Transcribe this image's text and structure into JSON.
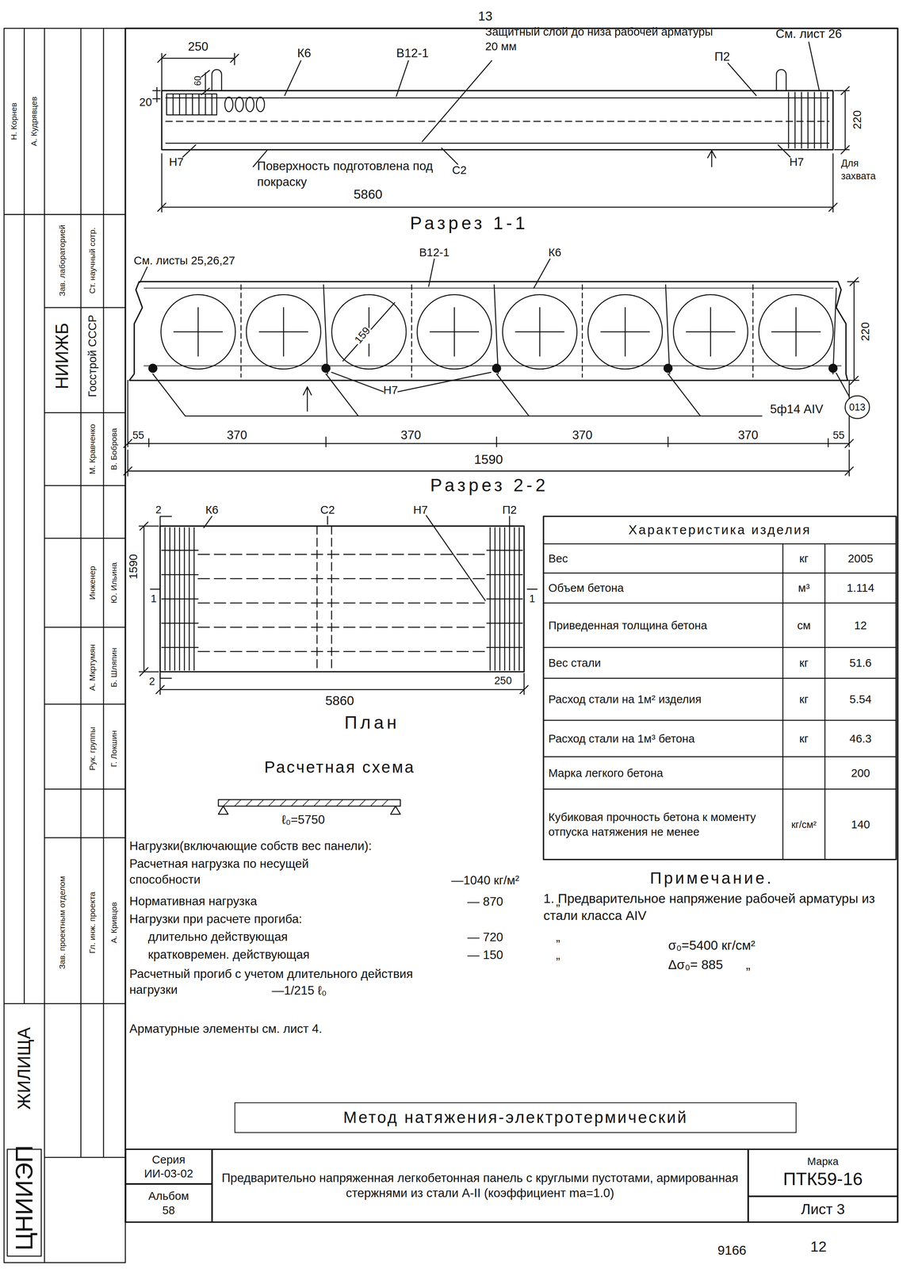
{
  "diagram": {
    "nodes": [
      {
        "text": [
          "013"
        ]
      },
      {
        "text": [
          "Метод натяжения-электротермический"
        ]
      },
      {
        "text": [
          "Серия",
          "ИИ-03-02"
        ]
      },
      {
        "text": [
          "Предварительно напряженная легкобетонная панель с круглыми пустотами, армированная стержнями из стали А-II (коэффициент mа=1.0)"
        ]
      },
      {
        "text": [
          "Марка",
          "ПТК59-16"
        ]
      },
      {
        "text": [
          "Альбом",
          "58"
        ]
      },
      {
        "text": [
          "Лист 3"
        ]
      }
    ],
    "labels": [
      "13",
      "250",
      "К6",
      "В12-1",
      "Защитный слой до низа рабочей арматуры 20 мм",
      "П2",
      "См. лист 26",
      "60",
      "20",
      "220",
      "Н7",
      "Н7",
      "Поверхность подготовлена под покраску",
      "С2",
      "Для захвата",
      "5860",
      "Разрез 1-1",
      "См. листы 25,26,27",
      "В12-1",
      "К6",
      "159",
      "220",
      "Н7",
      "5ф14 АIV",
      "55",
      "370",
      "370",
      "370",
      "370",
      "55",
      "1590",
      "Разрез 2-2",
      "2",
      "2",
      "К6",
      "С2",
      "Н7",
      "П2",
      "1590",
      "1",
      "1",
      "5860",
      "250",
      "План",
      "Расчетная схема",
      "ℓ₀=5750",
      "Нагрузки(включающие собств вес панели):",
      "Расчетная нагрузка по несущей способности",
      "—1040 кг/м²",
      "Нормативная нагрузка",
      "— 870",
      "„",
      "Нагрузки при расчете прогиба:",
      "длительно действующая",
      "— 720",
      "„",
      "кратковремен. действующая",
      "— 150",
      "„",
      "Расчетный прогиб с учетом длительного действия нагрузки",
      "—1/215 ℓ₀",
      "Арматурные элементы см. лист 4.",
      "Характеристика изделия",
      "Вес",
      "кг",
      "2005",
      "Объем бетона",
      "м³",
      "1.114",
      "Приведенная толщина бетона",
      "см",
      "12",
      "Вес стали",
      "кг",
      "51.6",
      "Расход стали на 1м² изделия",
      "кг",
      "5.54",
      "Расход стали на 1м³ бетона",
      "кг",
      "46.3",
      "Марка легкого бетона",
      "200",
      "Кубиковая прочность бетона к моменту отпуска натяжения не менее",
      "кг/см²",
      "140",
      "Примечание.",
      "1. Предварительное напряжение рабочей арматуры из стали класса АIV",
      "σ₀=5400 кг/см²",
      "Δσ₀= 885",
      "„",
      "9166",
      "12",
      "ЦНИИЭП",
      "ЖИЛИЩА",
      "НИИЖБ",
      "Госстрой СССР",
      "Н. Корнев",
      "А. Кудрявцев",
      "Зав. лабораторией",
      "Ст. научный сотр.",
      "М. Кравченко",
      "В. Боброва",
      "Инженер",
      "Ю. Ильина",
      "А. Мкртумян",
      "Б. Шляпин",
      "Рук. группы",
      "Г. Локшин",
      "Зав. проектным отделом",
      "Гл. инж. проекта",
      "А. Кривцов"
    ]
  }
}
